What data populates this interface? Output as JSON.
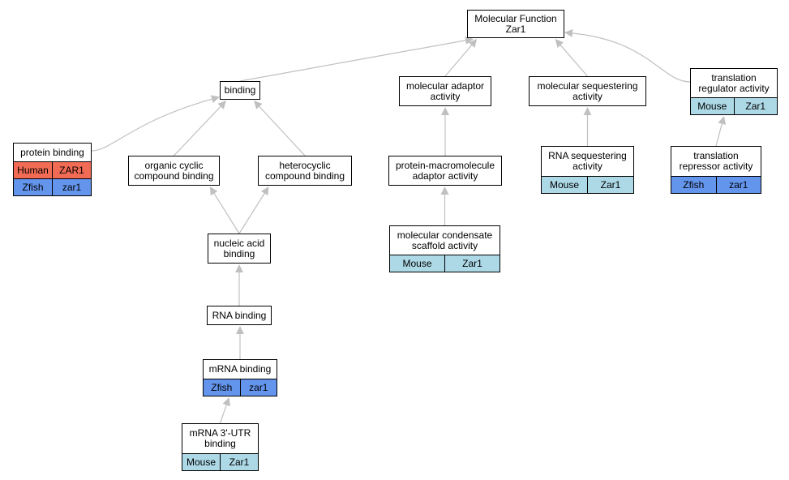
{
  "colors": {
    "edge": "#c0c0c0",
    "human": "#f26b55",
    "zfish": "#6495ed",
    "mouse": "#add8e6"
  },
  "nodes": {
    "root": {
      "title": "Molecular Function\nZar1",
      "rows": []
    },
    "binding": {
      "title": "binding",
      "rows": []
    },
    "adaptor": {
      "title": "molecular adaptor\nactivity",
      "rows": []
    },
    "seq": {
      "title": "molecular sequestering\nactivity",
      "rows": []
    },
    "transreg": {
      "title": "translation\nregulator activity",
      "rows": [
        {
          "species": "Mouse",
          "gene": "Zar1",
          "cls": "mouse"
        }
      ]
    },
    "protbind": {
      "title": "protein binding",
      "rows": [
        {
          "species": "Human",
          "gene": "ZAR1",
          "cls": "human"
        },
        {
          "species": "Zfish",
          "gene": "zar1",
          "cls": "zfish"
        }
      ]
    },
    "organic": {
      "title": "organic cyclic\ncompound binding",
      "rows": []
    },
    "hetero": {
      "title": "heterocyclic\ncompound binding",
      "rows": []
    },
    "protmacro": {
      "title": "protein-macromolecule\nadaptor activity",
      "rows": []
    },
    "rnaseq": {
      "title": "RNA sequestering\nactivity",
      "rows": [
        {
          "species": "Mouse",
          "gene": "Zar1",
          "cls": "mouse"
        }
      ]
    },
    "transrep": {
      "title": "translation\nrepressor activity",
      "rows": [
        {
          "species": "Zfish",
          "gene": "zar1",
          "cls": "zfish"
        }
      ]
    },
    "nucleic": {
      "title": "nucleic acid\nbinding",
      "rows": []
    },
    "condensate": {
      "title": "molecular condensate\nscaffold activity",
      "rows": [
        {
          "species": "Mouse",
          "gene": "Zar1",
          "cls": "mouse"
        }
      ]
    },
    "rnabind": {
      "title": "RNA binding",
      "rows": []
    },
    "mrnabind": {
      "title": "mRNA binding",
      "rows": [
        {
          "species": "Zfish",
          "gene": "zar1",
          "cls": "zfish"
        }
      ]
    },
    "utr": {
      "title": "mRNA 3'-UTR\nbinding",
      "rows": [
        {
          "species": "Mouse",
          "gene": "Zar1",
          "cls": "mouse"
        }
      ]
    }
  },
  "edges": [
    [
      "binding",
      "root"
    ],
    [
      "adaptor",
      "root"
    ],
    [
      "seq",
      "root"
    ],
    [
      "transreg",
      "root"
    ],
    [
      "protbind",
      "binding"
    ],
    [
      "organic",
      "binding"
    ],
    [
      "hetero",
      "binding"
    ],
    [
      "protmacro",
      "adaptor"
    ],
    [
      "rnaseq",
      "seq"
    ],
    [
      "transrep",
      "transreg"
    ],
    [
      "nucleic",
      "organic"
    ],
    [
      "nucleic",
      "hetero"
    ],
    [
      "condensate",
      "protmacro"
    ],
    [
      "rnabind",
      "nucleic"
    ],
    [
      "mrnabind",
      "rnabind"
    ],
    [
      "utr",
      "mrnabind"
    ]
  ]
}
